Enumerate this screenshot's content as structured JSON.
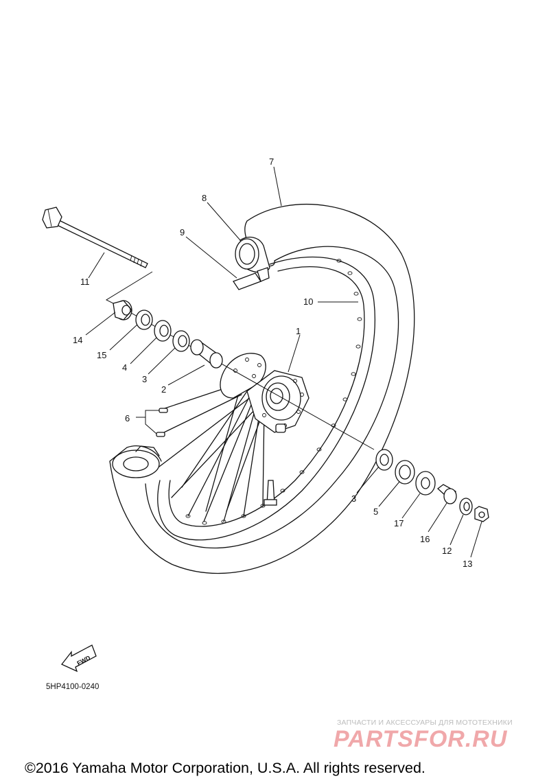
{
  "diagram": {
    "part_code": "5HP4100-0240",
    "fwd_label": "FWD",
    "copyright": "©2016 Yamaha Motor Corporation, U.S.A. All rights reserved.",
    "watermark": {
      "tagline": "ЗАПЧАСТИ И АКСЕССУАРЫ ДЛЯ МОТОТЕХНИКИ",
      "brand": "PARTSFOR.RU"
    },
    "callouts": {
      "c1": "1",
      "c2": "2",
      "c3a": "3",
      "c3b": "3",
      "c4": "4",
      "c5": "5",
      "c6": "6",
      "c7": "7",
      "c8": "8",
      "c9": "9",
      "c10": "10",
      "c11": "11",
      "c12": "12",
      "c13": "13",
      "c14": "14",
      "c15": "15",
      "c16": "16",
      "c17": "17"
    }
  }
}
